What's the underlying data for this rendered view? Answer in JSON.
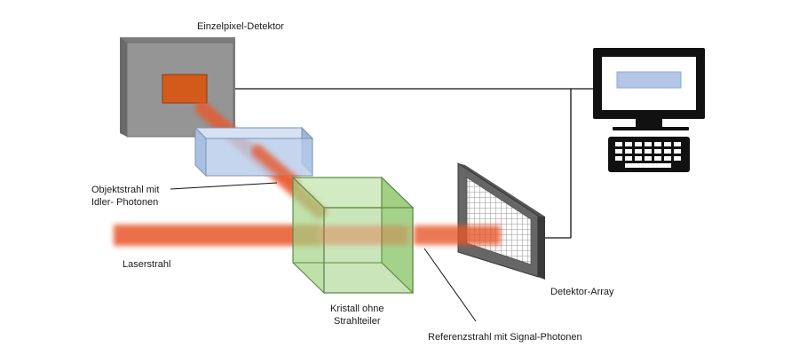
{
  "labels": {
    "single_pixel_detector": "Einzelpixel-Detektor",
    "object_beam_line1": "Objektstrahl mit",
    "object_beam_line2": "Idler- Photonen",
    "laser_beam": "Laserstrahl",
    "crystal_line1": "Kristall ohne",
    "crystal_line2": "Strahlteiler",
    "reference_beam": "Referenzstrahl mit Signal-Photonen",
    "detector_array": "Detektor-Array"
  },
  "colors": {
    "beam": "#e8562a",
    "detector_gray": "#8c8c8c",
    "pixel_orange": "#d45a1c",
    "object_box": "#b7cbe9",
    "crystal": "#9fd07f",
    "frame_dark": "#444444",
    "screen_bar": "#b3c6e8",
    "monitor_black": "#111111"
  },
  "icons": {
    "computer": "computer-monitor-icon",
    "keyboard": "keyboard-icon"
  }
}
